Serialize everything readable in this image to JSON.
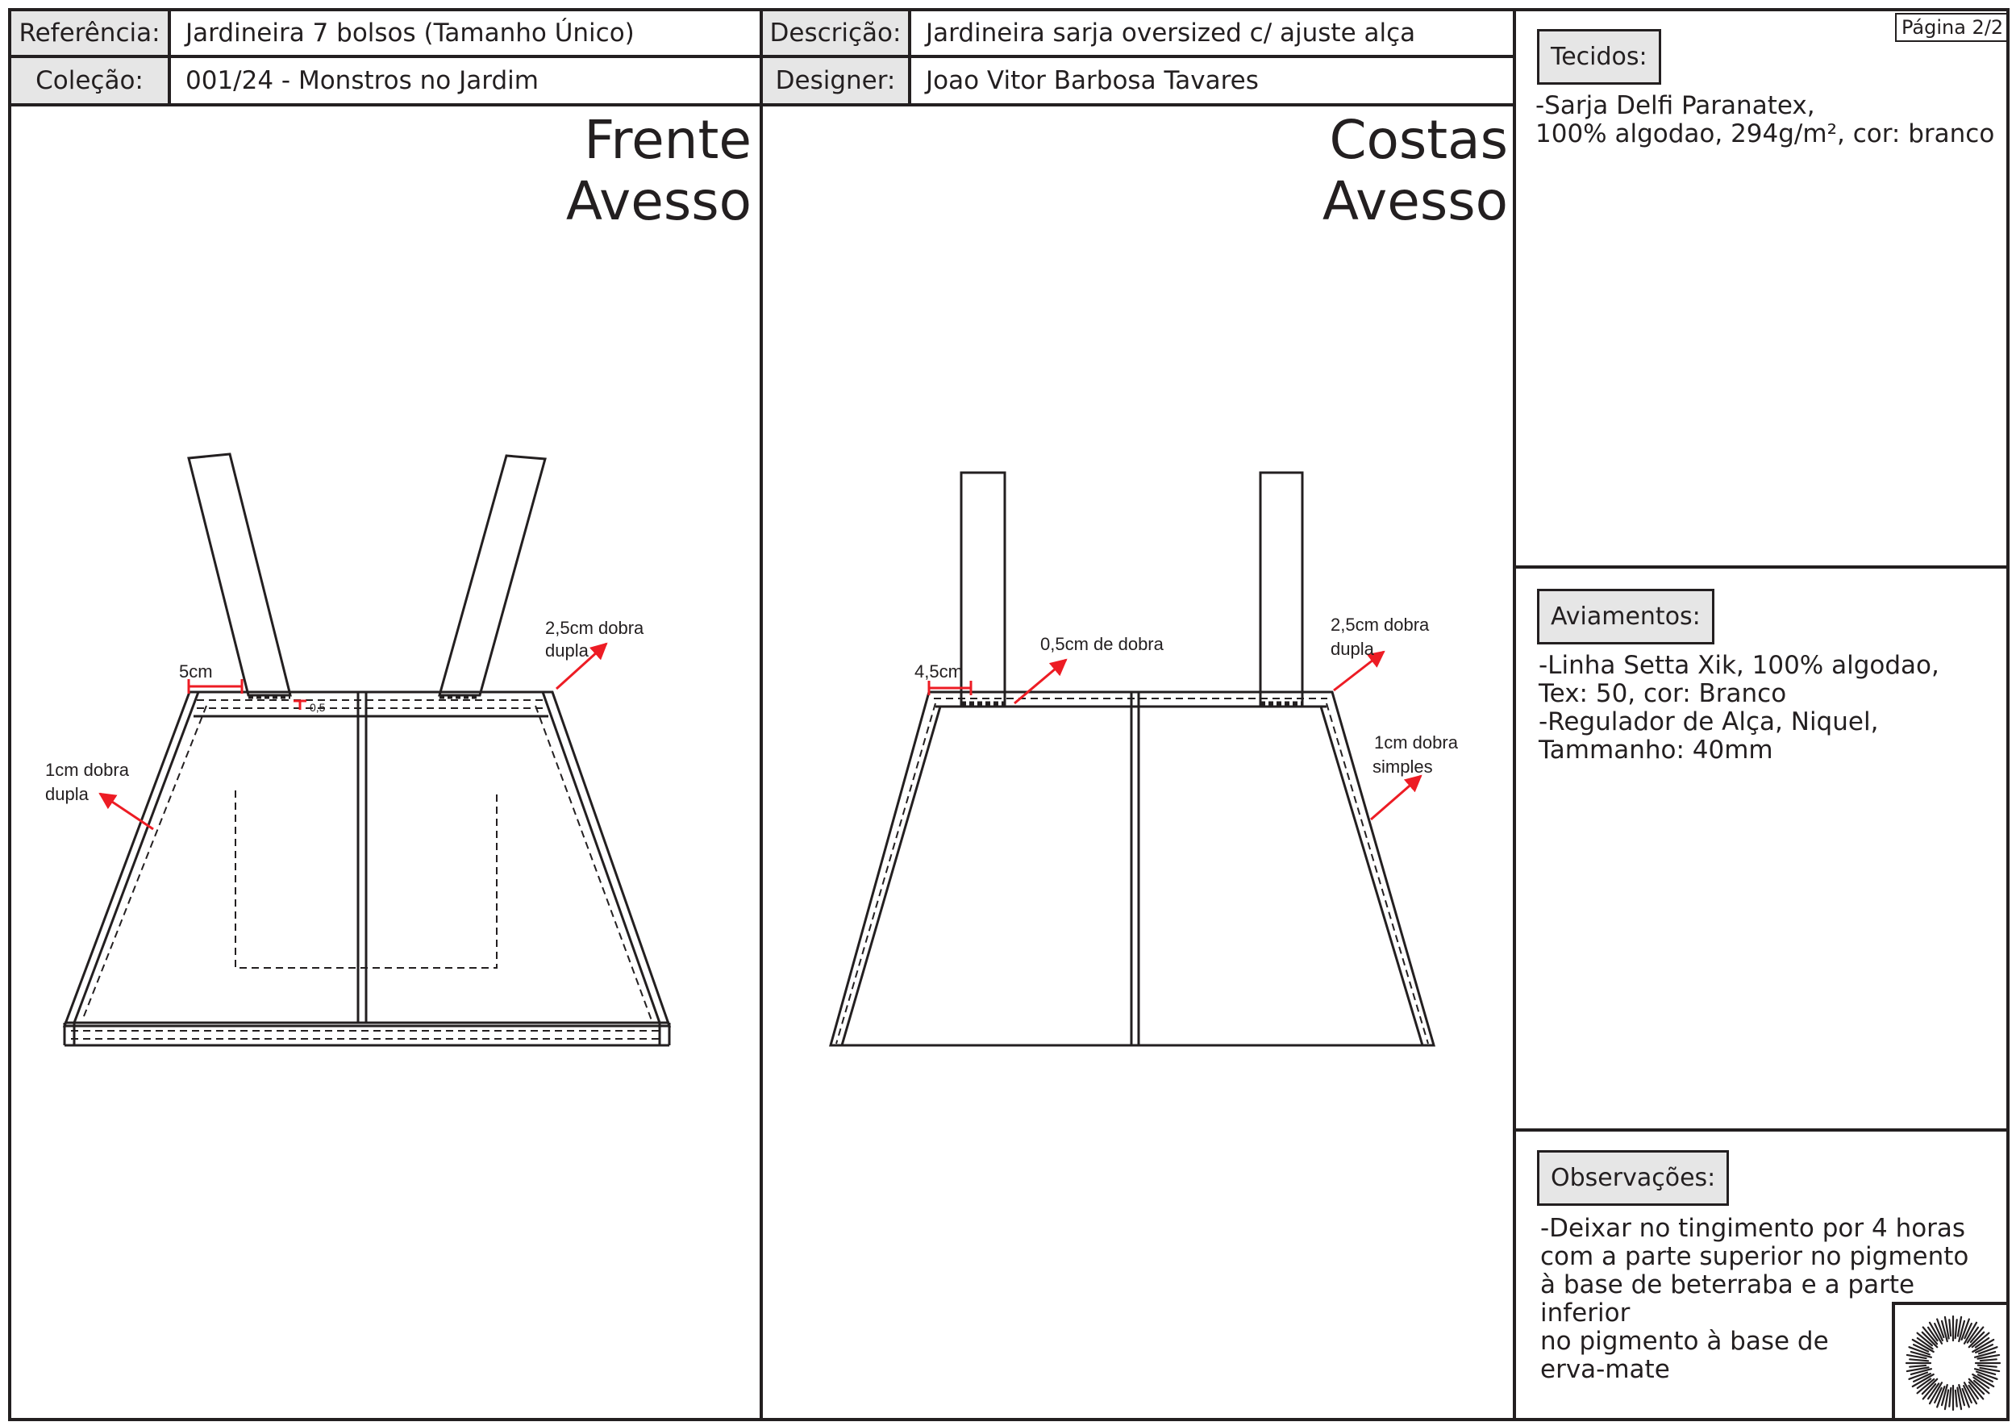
{
  "header": {
    "referencia_label": "Referência:",
    "referencia_value": "Jardineira 7 bolsos (Tamanho Único)",
    "colecao_label": "Coleção:",
    "colecao_value": "001/24 - Monstros no Jardim",
    "descricao_label": "Descrição:",
    "descricao_value": "Jardineira sarja oversized c/ ajuste alça",
    "designer_label": "Designer:",
    "designer_value": "Joao Vitor Barbosa Tavares"
  },
  "front_view": {
    "title": "Frente\nAvesso",
    "annotations": {
      "measure_5cm": "5cm",
      "measure_05": "0,5",
      "hem_top": "2,5cm dobra",
      "hem_top_2": "dupla",
      "hem_side": "1cm dobra",
      "hem_side_2": "dupla"
    }
  },
  "back_view": {
    "title": "Costas\nAvesso",
    "annotations": {
      "measure_45cm": "4,5cm",
      "fold_05": "0,5cm de dobra",
      "hem_top": "2,5cm dobra",
      "hem_top_2": "dupla",
      "hem_side": "1cm dobra",
      "hem_side_2": "simples"
    }
  },
  "sidebar": {
    "page_label": "Página 2/2",
    "tecidos_title": "Tecidos:",
    "tecidos_text": "-Sarja Delfi Paranatex,\n100% algodao, 294g/m², cor: branco",
    "aviamentos_title": "Aviamentos:",
    "aviamentos_text": "-Linha Setta Xik, 100% algodao,\nTex: 50, cor: Branco\n-Regulador de Alça, Niquel,\nTammanho: 40mm",
    "observacoes_title": "Observações:",
    "observacoes_text": "-Deixar no tingimento por 4 horas\ncom a parte superior no pigmento\nà base de beterraba e a parte inferior\nno pigmento à base de\nerva-mate"
  },
  "colors": {
    "line": "#231f20",
    "label_bg": "#e6e6e6",
    "annotation": "#ed1c24"
  },
  "icons": {
    "logo": "sunburst-logo-icon"
  }
}
